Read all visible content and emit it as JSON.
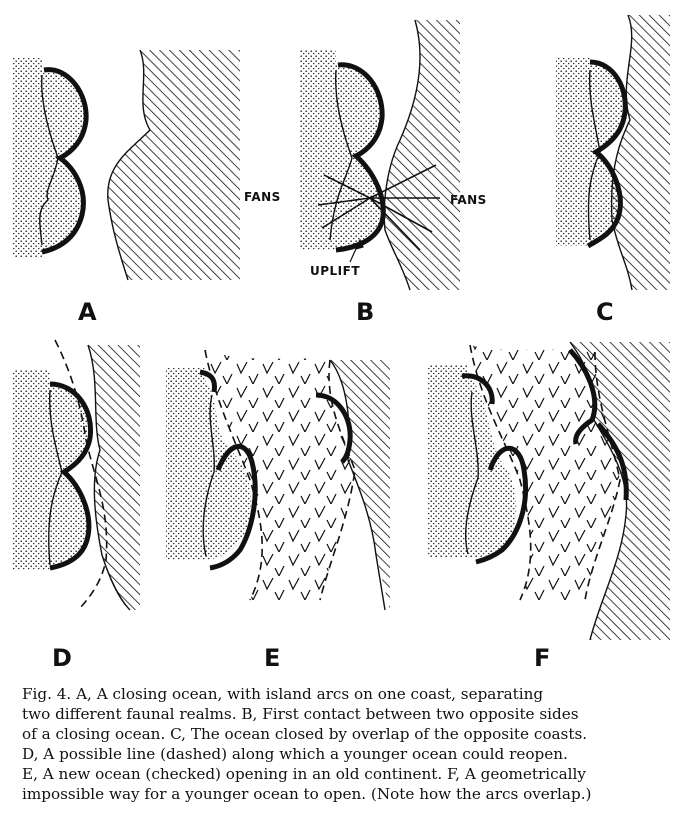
{
  "panels": [
    {
      "letter": "A"
    },
    {
      "letter": "B",
      "labels": {
        "fans_left": "FANS",
        "fans_right": "FANS",
        "uplift": "UPLIFT"
      }
    },
    {
      "letter": "C"
    },
    {
      "letter": "D"
    },
    {
      "letter": "E"
    },
    {
      "letter": "F"
    }
  ],
  "caption": {
    "lines": [
      "Fig. 4. A, A closing ocean, with island arcs on one coast, separating",
      "two different faunal realms.  B, First contact between two opposite sides",
      "of a closing ocean.  C, The ocean closed by overlap of the opposite coasts.",
      "D, A possible line (dashed) along which a younger ocean could reopen.",
      "E, A new ocean (checked) opening in an old continent.  F, A geometrically",
      "impossible way for a younger ocean to open.    (Note how the arcs overlap.)"
    ]
  },
  "colors": {
    "ink": "#111111",
    "paper": "#ffffff"
  }
}
